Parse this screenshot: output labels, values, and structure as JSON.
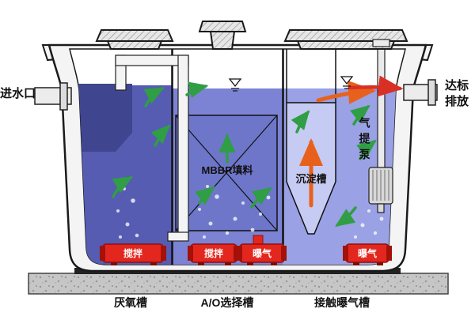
{
  "labels": {
    "inlet": "进水口",
    "outlet_line1": "达标",
    "outlet_line2": "排放",
    "mbbr": "MBBR填料",
    "settling": "沉淀槽",
    "airlift_pump": "气提泵",
    "tank_anaerobic": "厌氧槽",
    "tank_ao": "A/O选择槽",
    "tank_contact": "接触曝气槽"
  },
  "equipment": [
    {
      "label": "搅拌"
    },
    {
      "label": "搅拌"
    },
    {
      "label": "曝气"
    },
    {
      "label": "曝气"
    }
  ],
  "colors": {
    "anaerobic_water": "#565cb2",
    "inlet_chamber": "#3f458f",
    "ao_water": "#7c83d4",
    "mbbr_media": "#6e76ca",
    "contact_water": "#9aa1e4",
    "settling_water": "#c6cbf4",
    "green_arrow": "#2f9e44",
    "orange_arrow": "#e8611c",
    "red_arrow": "#d93025",
    "equipment_red": "#e3271e",
    "lid_gray": "#e6e6e6",
    "concrete_gray": "#c6c6c6"
  }
}
